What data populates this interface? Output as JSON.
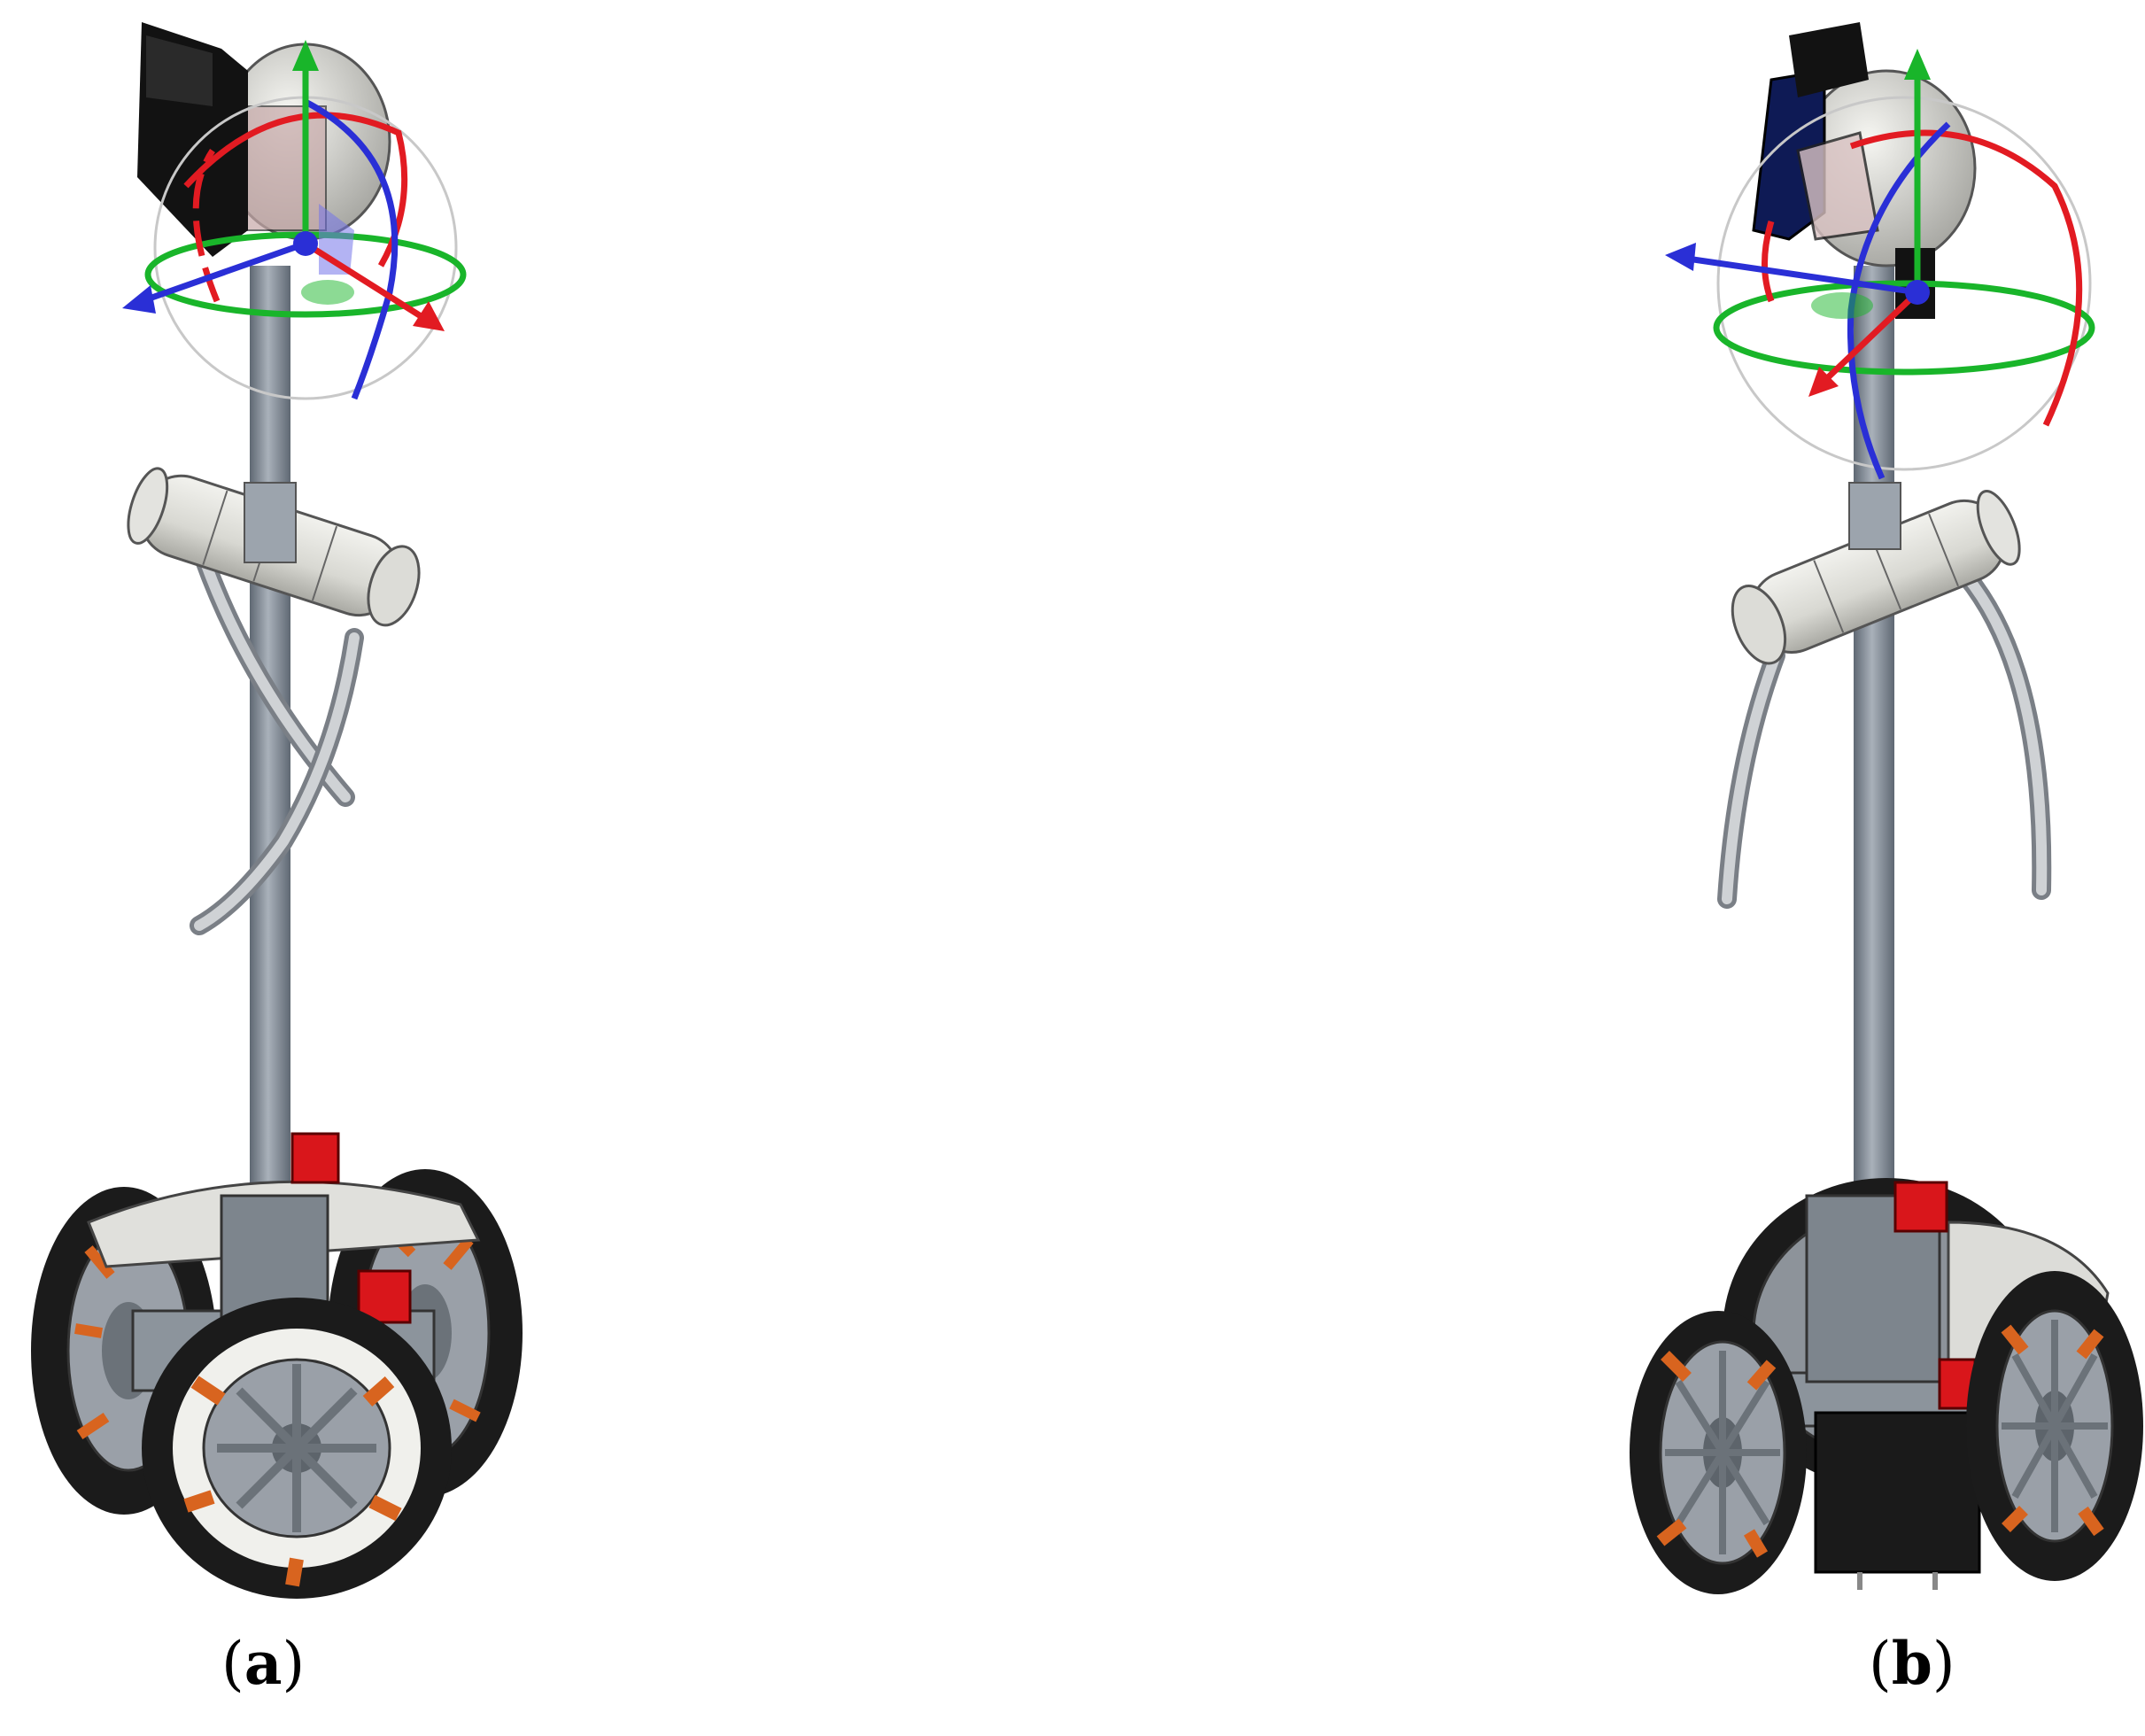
{
  "figure": {
    "panels": [
      {
        "id": "a",
        "caption_open": "(",
        "caption_letter": "a",
        "caption_close": ")"
      },
      {
        "id": "b",
        "caption_open": "(",
        "caption_letter": "b",
        "caption_close": ")"
      }
    ],
    "colors": {
      "pole": "#8e98a3",
      "pole_dark": "#5f6873",
      "body_light": "#e6e6e2",
      "body_shade": "#b9b9b4",
      "tire": "#1b1b1b",
      "tread_accent": "#d8641f",
      "hub": "#9aa0a8",
      "chassis": "#8c949c",
      "marker_red": "#d9161b",
      "panel_black": "#111111",
      "panel_navy": "#0e1a55",
      "gizmo_red": "#e21b22",
      "gizmo_green": "#19b52a",
      "gizmo_blue": "#2a2fd6",
      "gizmo_ring": "#c8c8c8"
    },
    "icons": [
      "robot-model-icon",
      "manipulator-gizmo-icon",
      "omni-wheel-icon"
    ]
  }
}
